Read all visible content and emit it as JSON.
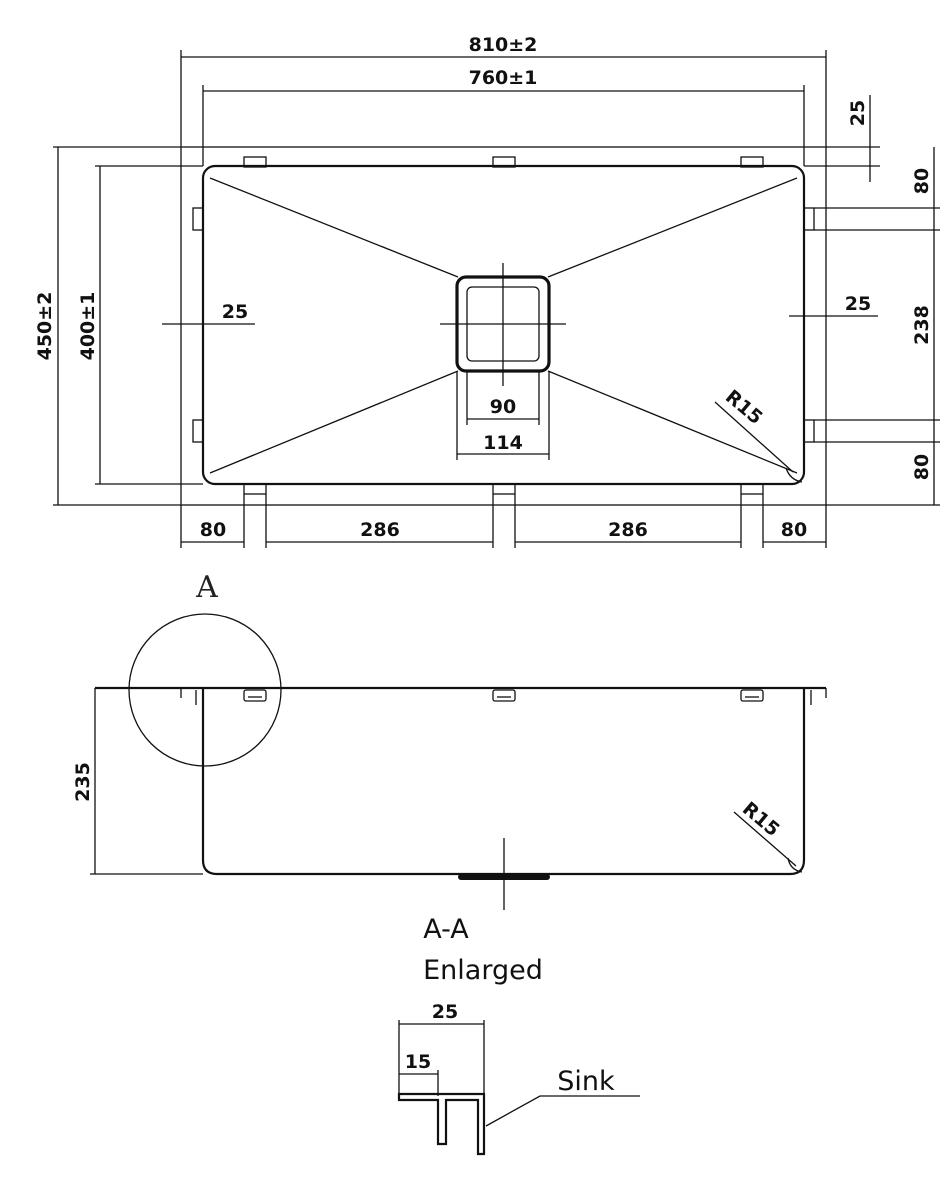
{
  "top_view": {
    "overall_length": "810±2",
    "inner_length": "760±1",
    "flange_top": "25",
    "overall_width": "450±2",
    "inner_width": "400±1",
    "flange_left": "25",
    "flange_right": "25",
    "clip_top_offset": "80",
    "clip_spacing_side": "238",
    "clip_bottom_offset": "80",
    "drain_inner": "90",
    "drain_outer": "114",
    "corner_radius": "R15",
    "bottom_dims": [
      "80",
      "286",
      "286",
      "80"
    ]
  },
  "section_view": {
    "detail_marker": "A",
    "depth": "235",
    "corner_radius": "R15",
    "section_label": "A-A",
    "enlarged_label": "Enlarged"
  },
  "detail": {
    "flange_width": "25",
    "lip_width": "15",
    "sink_label": "Sink"
  }
}
